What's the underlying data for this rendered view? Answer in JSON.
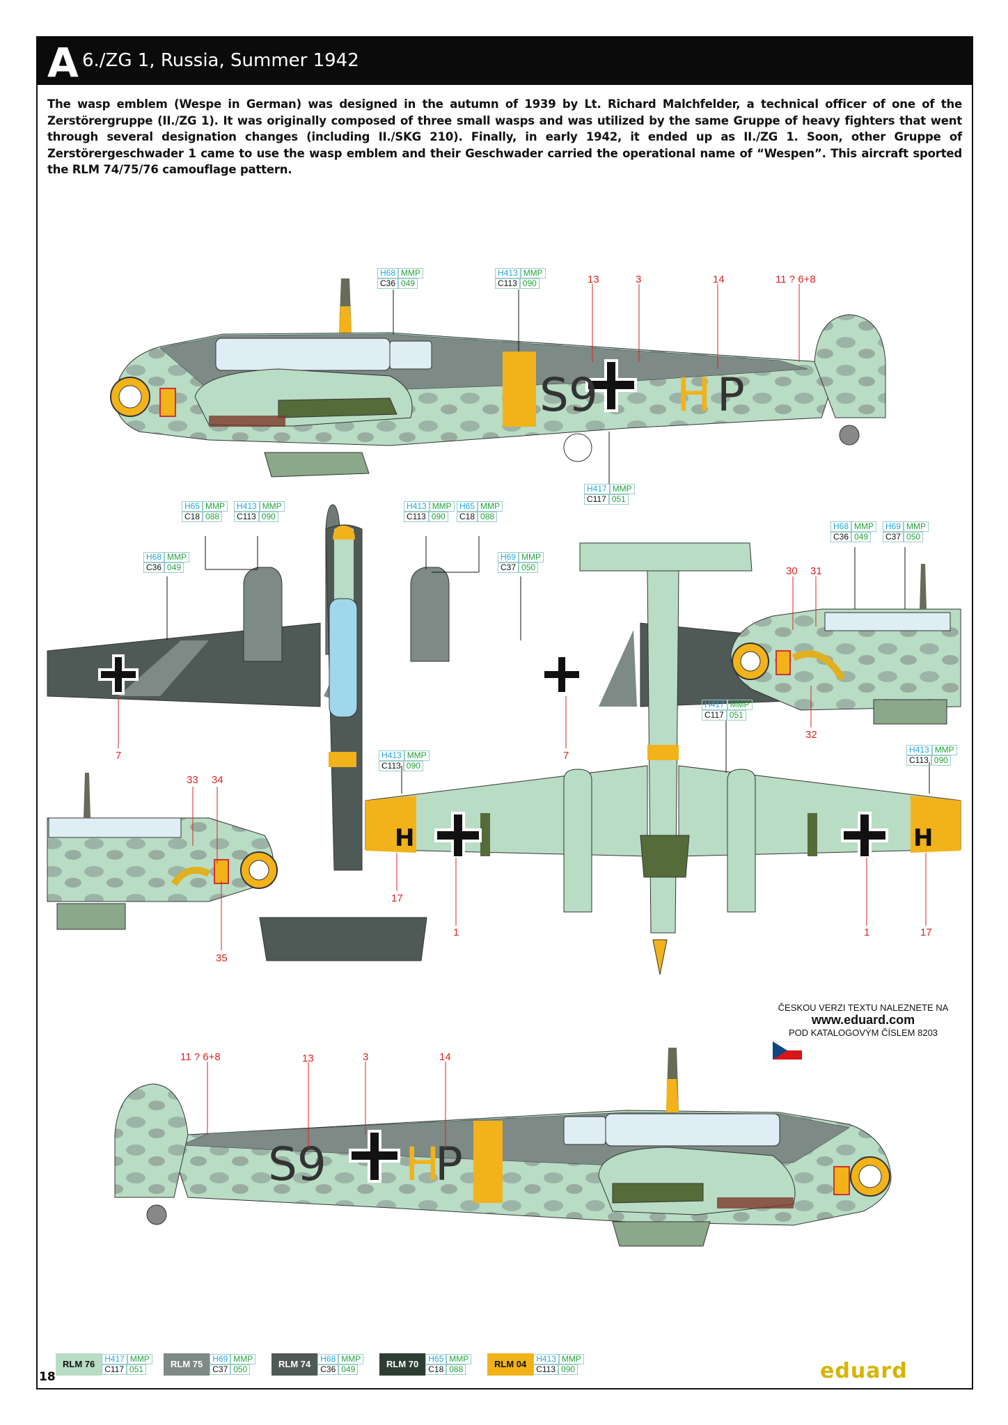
{
  "header": {
    "letter": "A",
    "title": "6./ZG 1, Russia, Summer 1942"
  },
  "description": "The wasp emblem (Wespe in German) was designed in the autumn of 1939 by Lt. Richard Malchfelder, a technical officer of one of the Zerstörergruppe (II./ZG 1). It was originally composed of three small wasps and was utilized by the same Gruppe of heavy fighters that went through several designation changes (including II./SKG 210). Finally, in early 1942, it ended up as II./ZG 1. Soon, other Gruppe of Zerstörergeschwader 1 came to use the wasp emblem and their Geschwader carried the operational name of “Wespen”. This aircraft sported the RLM 74/75/76 camouflage pattern.",
  "colors": {
    "rlm76": "#b9dcc4",
    "rlm75": "#7d8a86",
    "rlm74": "#4f5a56",
    "rlm70": "#2d3f33",
    "rlm04": "#f2b21a"
  },
  "callouts": {
    "top_h68": {
      "h": "H68",
      "m": "MMP",
      "c": "C36",
      "n": "049"
    },
    "top_h413": {
      "h": "H413",
      "m": "MMP",
      "c": "C113",
      "n": "090"
    },
    "mid_h417": {
      "h": "H417",
      "m": "MMP",
      "c": "C117",
      "n": "051"
    },
    "l_h65": {
      "h": "H65",
      "m": "MMP",
      "c": "C18",
      "n": "088"
    },
    "l_h413": {
      "h": "H413",
      "m": "MMP",
      "c": "C113",
      "n": "090"
    },
    "l_h68": {
      "h": "H68",
      "m": "MMP",
      "c": "C36",
      "n": "049"
    },
    "c_h413": {
      "h": "H413",
      "m": "MMP",
      "c": "C113",
      "n": "090"
    },
    "c_h65": {
      "h": "H65",
      "m": "MMP",
      "c": "C18",
      "n": "088"
    },
    "c_h69": {
      "h": "H69",
      "m": "MMP",
      "c": "C37",
      "n": "050"
    },
    "r_h68": {
      "h": "H68",
      "m": "MMP",
      "c": "C36",
      "n": "049"
    },
    "r_h69": {
      "h": "H69",
      "m": "MMP",
      "c": "C37",
      "n": "050"
    },
    "r_h417": {
      "h": "H417",
      "m": "MMP",
      "c": "C117",
      "n": "051"
    },
    "lw_h413": {
      "h": "H413",
      "m": "MMP",
      "c": "C113",
      "n": "090"
    },
    "rw_h413": {
      "h": "H413",
      "m": "MMP",
      "c": "C113",
      "n": "090"
    }
  },
  "numbers": {
    "n13a": "13",
    "n3a": "3",
    "n14a": "14",
    "n11a": "11 ? 6+8",
    "n30": "30",
    "n31": "31",
    "n32": "32",
    "n7a": "7",
    "n7b": "7",
    "n33": "33",
    "n34": "34",
    "n35": "35",
    "n17a": "17",
    "n1a": "1",
    "n1b": "1",
    "n17b": "17",
    "n11b": "11 ? 6+8",
    "n13b": "13",
    "n3b": "3",
    "n14b": "14"
  },
  "markings": {
    "code_s9": "S9",
    "code_h": "H",
    "code_p": "P",
    "wing_h": "H"
  },
  "czech": {
    "line1": "ČESKOU VERZI TEXTU NALEZNETE NA",
    "line2": "www.eduard.com",
    "line3": "POD KATALOGOVÝM ČÍSLEM 8203"
  },
  "legend": [
    {
      "name": "RLM 76",
      "h": "H417",
      "m": "MMP",
      "c": "C117",
      "n": "051",
      "color": "#b9dcc4",
      "text": "#111"
    },
    {
      "name": "RLM 75",
      "h": "H69",
      "m": "MMP",
      "c": "C37",
      "n": "050",
      "color": "#7d8a86",
      "text": "#fff"
    },
    {
      "name": "RLM 74",
      "h": "H68",
      "m": "MMP",
      "c": "C36",
      "n": "049",
      "color": "#4f5a56",
      "text": "#fff"
    },
    {
      "name": "RLM 70",
      "h": "H65",
      "m": "MMP",
      "c": "C18",
      "n": "088",
      "color": "#2d3f33",
      "text": "#fff"
    },
    {
      "name": "RLM 04",
      "h": "H413",
      "m": "MMP",
      "c": "C113",
      "n": "090",
      "color": "#f2b21a",
      "text": "#111"
    }
  ],
  "page_number": "18",
  "logo": "eduard"
}
